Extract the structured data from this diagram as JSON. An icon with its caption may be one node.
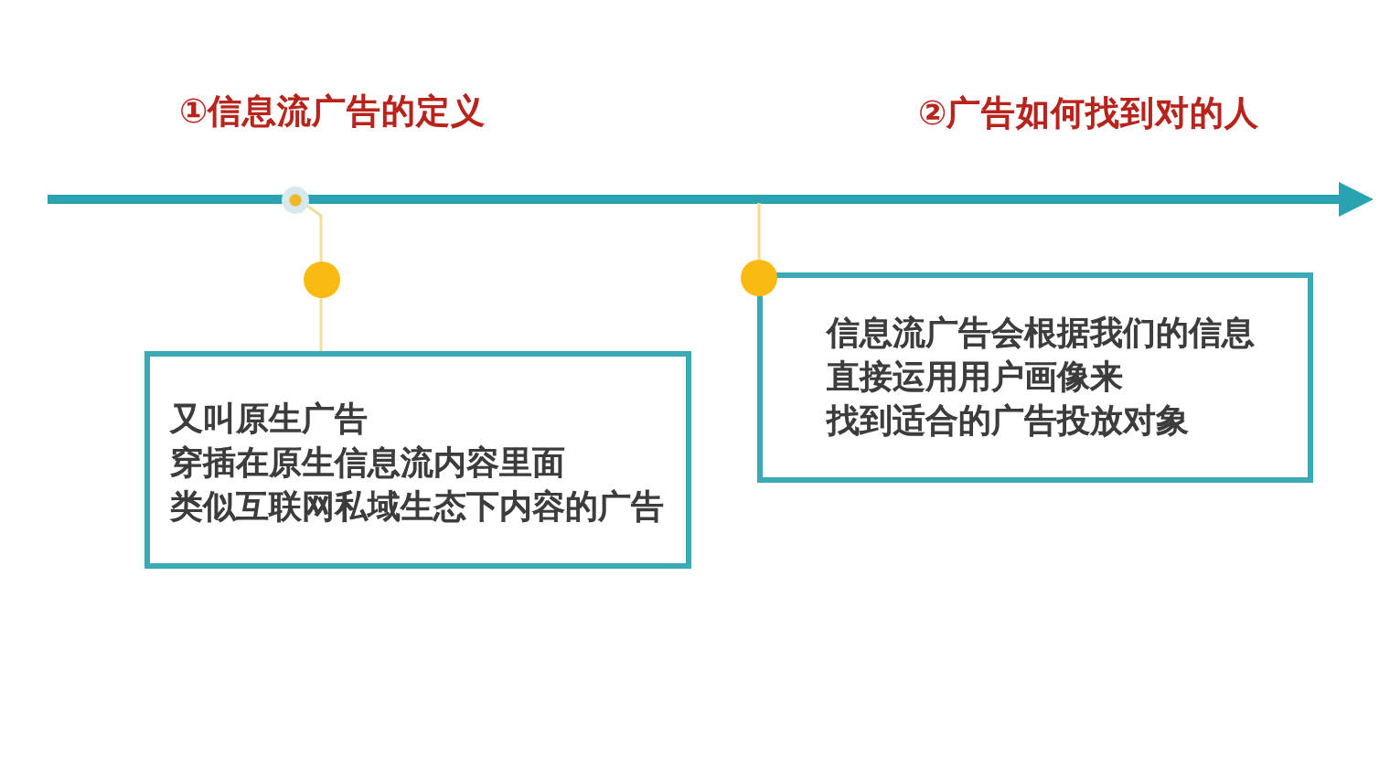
{
  "diagram": {
    "nodes": [
      {
        "text": [],
        "shape": "circle"
      },
      {
        "text": [],
        "shape": "circle"
      },
      {
        "text": [
          "又叫原生广告",
          "穿插在原生信息流内容里面",
          "类似互联网私域生态下内容的广告"
        ]
      },
      {
        "text": [],
        "shape": "circle"
      },
      {
        "text": [
          "信息流广告会根据我们的信息",
          "直接运用用户画像来",
          "找到适合的广告投放对象"
        ]
      }
    ],
    "edges": [
      {
        "from": 0,
        "to": 1,
        "arrow": "none"
      },
      {
        "from": 1,
        "to": 2,
        "arrow": "none"
      },
      {
        "from": null,
        "to": 3,
        "arrow": "none"
      }
    ],
    "labels": [
      "①信息流广告的定义",
      "②广告如何找到对的人"
    ]
  }
}
